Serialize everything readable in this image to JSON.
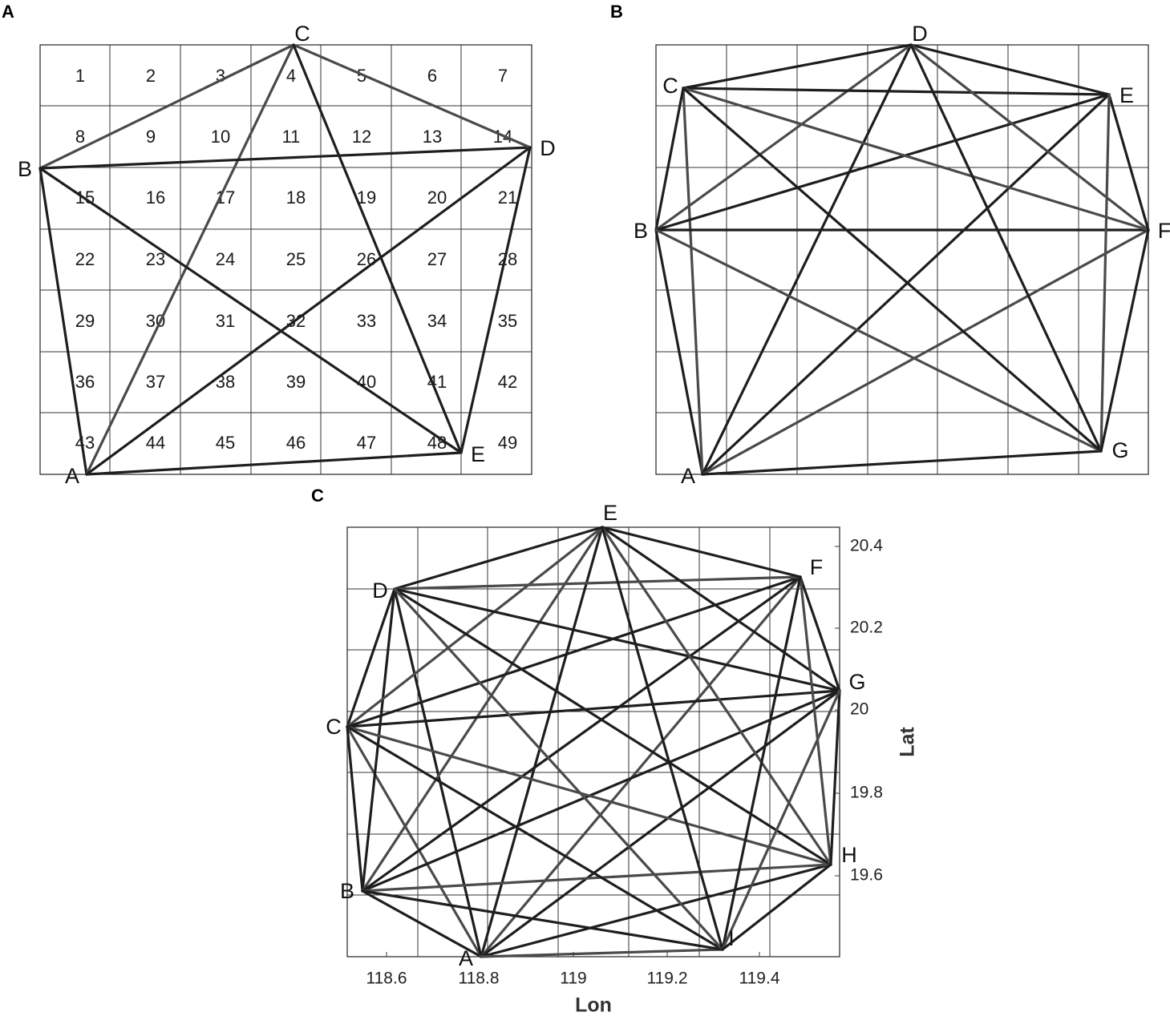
{
  "panels": {
    "A": {
      "letter": "A",
      "cells": [
        "1",
        "2",
        "3",
        "4",
        "5",
        "6",
        "7",
        "8",
        "9",
        "10",
        "11",
        "12",
        "13",
        "14",
        "15",
        "16",
        "17",
        "18",
        "19",
        "20",
        "21",
        "22",
        "23",
        "24",
        "25",
        "26",
        "27",
        "28",
        "29",
        "30",
        "31",
        "32",
        "33",
        "34",
        "35",
        "36",
        "37",
        "38",
        "39",
        "40",
        "41",
        "42",
        "43",
        "44",
        "45",
        "46",
        "47",
        "48",
        "49"
      ],
      "nodes": [
        "A",
        "B",
        "C",
        "D",
        "E"
      ]
    },
    "B": {
      "letter": "B",
      "nodes": [
        "A",
        "B",
        "C",
        "D",
        "E",
        "F",
        "G"
      ]
    },
    "C": {
      "letter": "C",
      "nodes": [
        "A",
        "B",
        "C",
        "D",
        "E",
        "F",
        "G",
        "H",
        "I"
      ],
      "x_ticks": [
        "118.6",
        "118.8",
        "119",
        "119.2",
        "119.4"
      ],
      "y_ticks": [
        "20.4",
        "20.2",
        "20",
        "19.8",
        "19.6"
      ],
      "x_title": "Lon",
      "y_title": "Lat"
    }
  },
  "colors": {
    "edge": "#1e1e1e",
    "grid": "#333333"
  }
}
